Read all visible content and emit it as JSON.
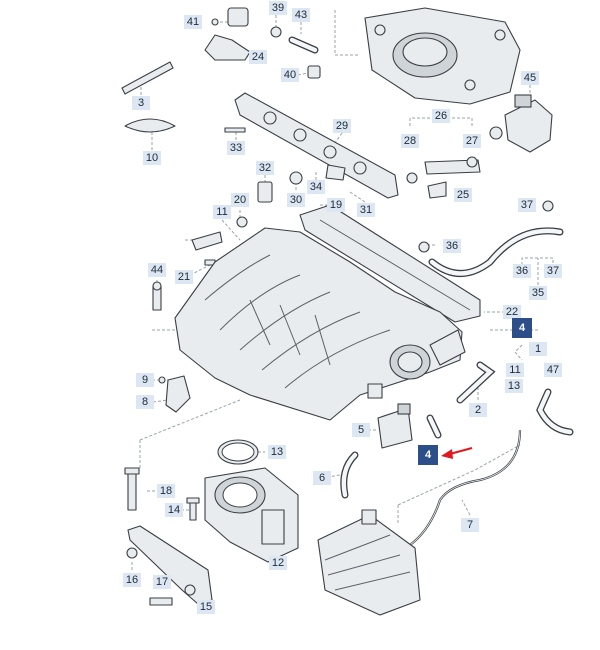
{
  "diagram": {
    "labels": {
      "l1": "1",
      "l2": "2",
      "l3": "3",
      "l5": "5",
      "l6": "6",
      "l7": "7",
      "l8": "8",
      "l9": "9",
      "l10": "10",
      "l11a": "11",
      "l11b": "11",
      "l12": "12",
      "l13a": "13",
      "l13b": "13",
      "l14": "14",
      "l15": "15",
      "l16": "16",
      "l17": "17",
      "l18": "18",
      "l19": "19",
      "l20": "20",
      "l21": "21",
      "l22": "22",
      "l24": "24",
      "l25": "25",
      "l26": "26",
      "l27": "27",
      "l28": "28",
      "l29": "29",
      "l30": "30",
      "l31": "31",
      "l32": "32",
      "l33": "33",
      "l34": "34",
      "l35": "35",
      "l36a": "36",
      "l36b": "36",
      "l37a": "37",
      "l37b": "37",
      "l39": "39",
      "l40": "40",
      "l41": "41",
      "l43": "43",
      "l44": "44",
      "l45": "45",
      "l47": "47",
      "hl1": "4",
      "hl2": "4"
    },
    "colors": {
      "label_bg": "#dde7f3",
      "highlight_bg": "#2c4f8a",
      "arrow": "#e0191e"
    },
    "icons": [
      "red-arrow-icon"
    ]
  }
}
